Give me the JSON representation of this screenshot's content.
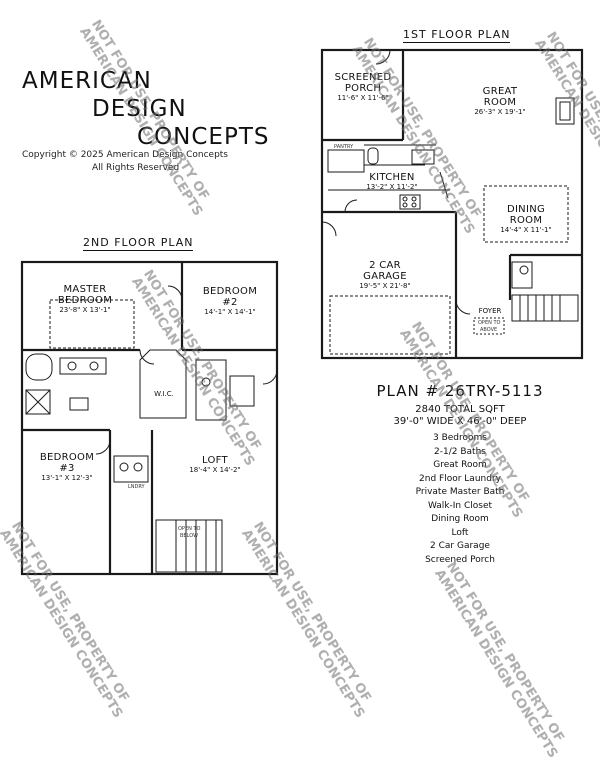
{
  "brand": {
    "line1": "AMERICAN",
    "line2": "DESIGN",
    "line3": "CONCEPTS",
    "copyright1": "Copyright © 2025 American Design Concepts",
    "copyright2": "All Rights Reserved"
  },
  "first_floor": {
    "title": "1ST FLOOR PLAN",
    "rooms": {
      "screened_porch": {
        "name1": "SCREENED",
        "name2": "PORCH",
        "dims": "11'-6\" X 11'-6\""
      },
      "great_room": {
        "name1": "GREAT",
        "name2": "ROOM",
        "dims": "26'-3\" X 19'-1\""
      },
      "kitchen": {
        "name": "KITCHEN",
        "dims": "13'-2\" X 11'-2\""
      },
      "dining_room": {
        "name1": "DINING",
        "name2": "ROOM",
        "dims": "14'-4\" X 11'-1\""
      },
      "garage": {
        "name1": "2 CAR",
        "name2": "GARAGE",
        "dims": "19'-5\" X 21'-8\""
      },
      "foyer": {
        "name": "FOYER"
      },
      "pantry": {
        "name": "PANTRY"
      },
      "open_above": {
        "line1": "OPEN TO",
        "line2": "ABOVE"
      }
    }
  },
  "second_floor": {
    "title": "2ND FLOOR PLAN",
    "rooms": {
      "master": {
        "name1": "MASTER",
        "name2": "BEDROOM",
        "dims": "23'-8\" X 13'-1\""
      },
      "bedroom2": {
        "name1": "BEDROOM",
        "name2": "#2",
        "dims": "14'-1\" X 14'-1\""
      },
      "wic": {
        "name": "W.I.C."
      },
      "bedroom3": {
        "name1": "BEDROOM",
        "name2": "#3",
        "dims": "13'-1\" X 12'-3\""
      },
      "loft": {
        "name": "LOFT",
        "dims": "18'-4\" X 14'-2\""
      },
      "laundry": {
        "name": "LNDRY"
      },
      "open_below": {
        "line1": "OPEN TO",
        "line2": "BELOW"
      }
    }
  },
  "plan_info": {
    "plan_number": "PLAN # 26TRY-5113",
    "total_sqft": "2840 TOTAL SQFT",
    "size": "39'-0\" WIDE X 46'-0\" DEEP",
    "features": [
      "3 Bedrooms",
      "2-1/2 Baths",
      "Great Room",
      "2nd Floor Laundry",
      "Private Master Bath",
      "Walk-In Closet",
      "Dining Room",
      "Loft",
      "2 Car Garage",
      "Screened Porch"
    ]
  },
  "watermark": {
    "line1": "NOT FOR USE, PROPERTY OF",
    "line2": "AMERICAN DESIGN CONCEPTS"
  }
}
